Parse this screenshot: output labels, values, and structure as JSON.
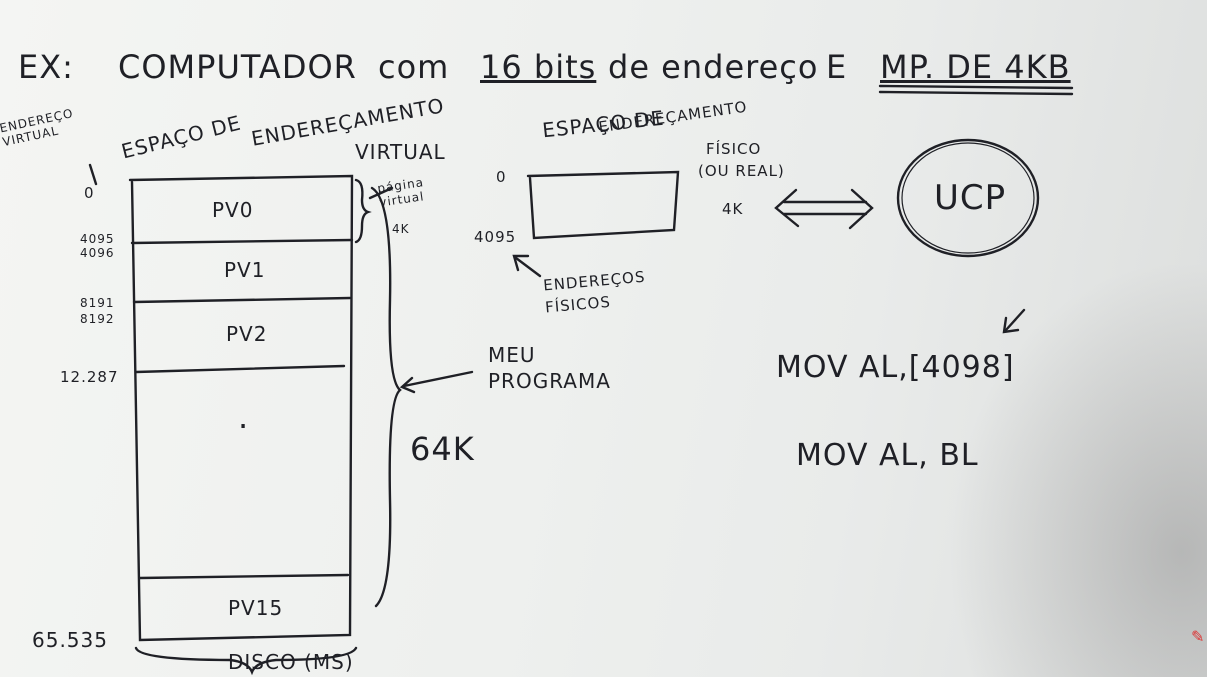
{
  "title": {
    "ex": "EX:",
    "computador": "COMPUTADOR",
    "com": "com",
    "bits": "16 bits",
    "de_endereco": "de endereço",
    "e": "E",
    "mp": "MP. DE 4KB"
  },
  "virtual": {
    "endereco_label": "ENDEREÇO VIRTUAL",
    "espaco_label": "ESPAÇO DE",
    "enderecamento_label": "ENDEREÇAMENTO",
    "virtual_label": "VIRTUAL",
    "pagina_virtual": "página virtual",
    "page_size": "4K",
    "addresses": [
      "0",
      "4095",
      "4096",
      "8191",
      "8192",
      "12.287",
      "65.535"
    ],
    "pages": [
      "PV0",
      "PV1",
      "PV2",
      "PV15"
    ],
    "dot": ".",
    "meu_programa": "MEU PROGRAMA",
    "total": "64K",
    "disco": "DISCO (MS)"
  },
  "physical": {
    "espaco_label": "ESPAÇO DE",
    "enderecamento_label": "ENDEREÇAMENTO",
    "fisico_label": "FÍSICO",
    "real_label": "(OU REAL)",
    "size": "4K",
    "start": "0",
    "end": "4095",
    "enderecos_fisicos": "ENDEREÇOS FÍSICOS"
  },
  "cpu": {
    "label": "UCP"
  },
  "code": {
    "line1": "MOV AL,[4098]",
    "line2": "MOV AL, BL"
  }
}
